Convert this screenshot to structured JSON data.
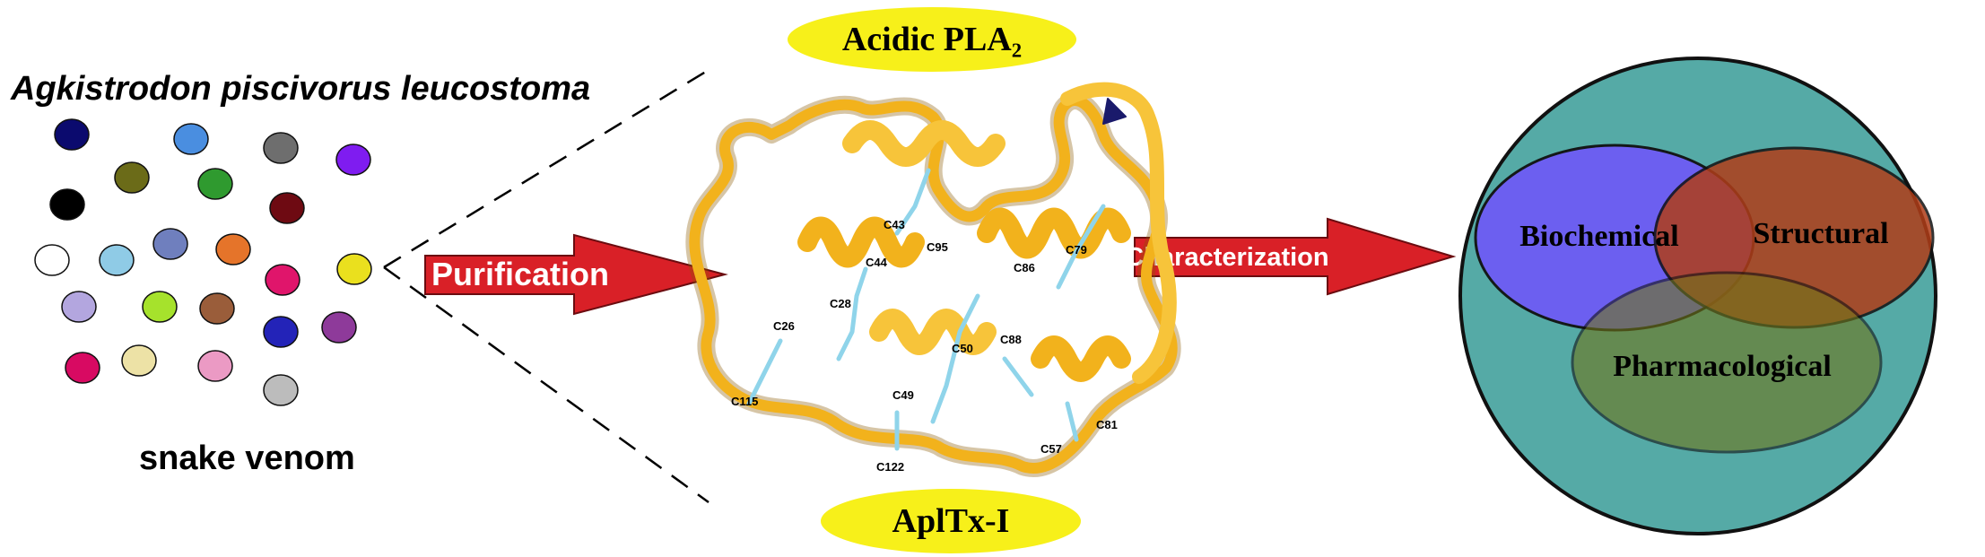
{
  "source_label": "Agkistrodon piscivorus leucostoma",
  "source_caption": "snake venom",
  "venom_dots": [
    {
      "color": "#0b0a6e"
    },
    {
      "color": "#4a8ee0"
    },
    {
      "color": "#6e6e6e"
    },
    {
      "color": "#7f1cf0"
    },
    {
      "color": "#6b6b18"
    },
    {
      "color": "#2f9a2f"
    },
    {
      "color": "#000000"
    },
    {
      "color": "#6e0a12"
    },
    {
      "color": "#ffffff"
    },
    {
      "color": "#8fcbe6"
    },
    {
      "color": "#6f7fbe"
    },
    {
      "color": "#e5742a"
    },
    {
      "color": "#e0156b"
    },
    {
      "color": "#eae01e"
    },
    {
      "color": "#b3a6df"
    },
    {
      "color": "#a6e22c"
    },
    {
      "color": "#9a5d3a"
    },
    {
      "color": "#2323b8"
    },
    {
      "color": "#8e3a9a"
    },
    {
      "color": "#d80a62"
    },
    {
      "color": "#ede2a6"
    },
    {
      "color": "#eb9ac4"
    },
    {
      "color": "#bcbcbc"
    }
  ],
  "step1": {
    "label": "Purification",
    "color": "#d92027"
  },
  "step2": {
    "label": "Characterization",
    "color": "#d92027"
  },
  "protein": {
    "top_label": "Acidic PLA₂",
    "bottom_label": "AplTx-I",
    "ribbon_color": "#f2b21c",
    "residues": [
      "C43",
      "C95",
      "C44",
      "C28",
      "C26",
      "C86",
      "C79",
      "C50",
      "C88",
      "C49",
      "C115",
      "C122",
      "C57",
      "C81"
    ]
  },
  "venn": {
    "outer_color": "#55aaa6",
    "sets": [
      {
        "label": "Biochemical",
        "color": "#6e5cf5"
      },
      {
        "label": "Structural",
        "color": "#b03d18"
      },
      {
        "label": "Pharmacological",
        "color": "#6f7519"
      }
    ]
  }
}
